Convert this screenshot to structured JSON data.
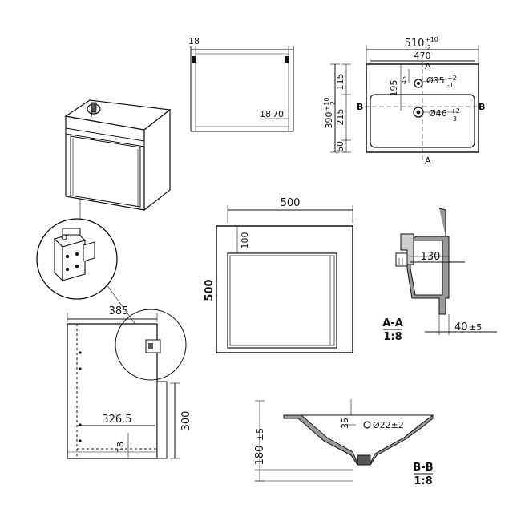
{
  "top_view": {
    "width_outer": "510",
    "width_outer_tol_up": "+10",
    "width_outer_tol_down": "-2",
    "width_inner": "470",
    "depth_total": "390",
    "depth_tol_up": "+10",
    "depth_tol_down": "-2",
    "dim_115": "115",
    "dim_215": "215",
    "dim_60": "60",
    "dim_195": "195",
    "dim_45": "45",
    "hole_small": "Ø35",
    "hole_small_tol_up": "+2",
    "hole_small_tol_down": "-1",
    "hole_large": "Ø46",
    "hole_large_tol_up": "+2",
    "hole_large_tol_down": "-3",
    "section_a": "A",
    "section_b": "B"
  },
  "frame_view": {
    "dim_18_top": "18",
    "dim_18_bottom": "18",
    "dim_70": "70"
  },
  "front_view": {
    "width": "500",
    "height": "500",
    "drawer_height": "100"
  },
  "side_view": {
    "width_top": "385",
    "width_inner": "326.5",
    "height": "300",
    "dim_18": "18"
  },
  "section_aa": {
    "depth": "130",
    "offset": "40",
    "offset_tol": "±5",
    "label": "A-A",
    "scale": "1:8"
  },
  "section_bb": {
    "height": "180",
    "height_tol": "±5",
    "dim_35": "35",
    "hole": "Ø22±2",
    "label": "B-B",
    "scale": "1:8"
  }
}
